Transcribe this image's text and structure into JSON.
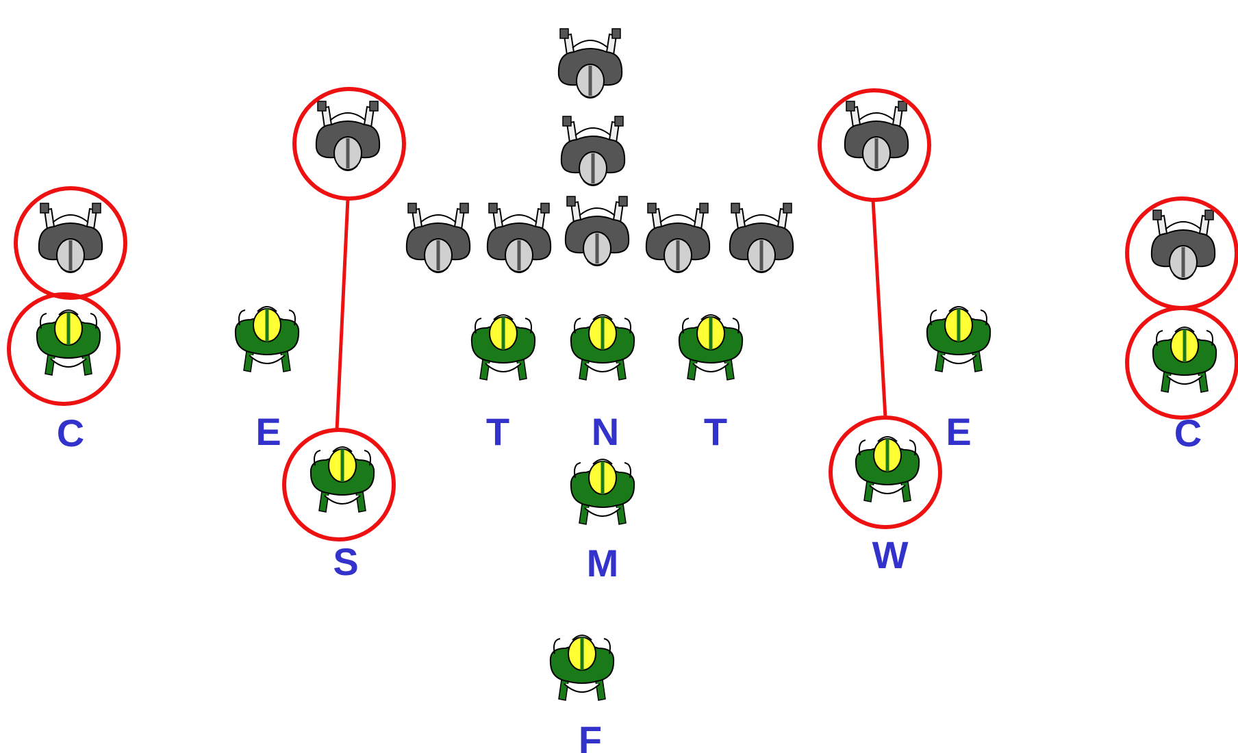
{
  "diagram": {
    "colors": {
      "offense_body": "#555555",
      "offense_helmet": "#d0d0d0",
      "defense_body": "#1a7a1a",
      "defense_helmet": "#ffff33",
      "highlight_circle": "#ee1111",
      "label": "#3333cc"
    },
    "offense": [
      {
        "id": "off-deep"
      },
      {
        "id": "off-back"
      },
      {
        "id": "off-left-tackle"
      },
      {
        "id": "off-left-guard"
      },
      {
        "id": "off-center"
      },
      {
        "id": "off-right-guard"
      },
      {
        "id": "off-right-tackle"
      },
      {
        "id": "off-slot-left",
        "highlighted": true
      },
      {
        "id": "off-slot-right",
        "highlighted": true
      },
      {
        "id": "off-wide-left",
        "highlighted": true
      },
      {
        "id": "off-wide-right",
        "highlighted": true
      }
    ],
    "defense": [
      {
        "id": "def-corner-left",
        "label": "C",
        "highlighted": true
      },
      {
        "id": "def-end-left",
        "label": "E"
      },
      {
        "id": "def-tackle-left",
        "label": "T"
      },
      {
        "id": "def-nose",
        "label": "N"
      },
      {
        "id": "def-tackle-right",
        "label": "T"
      },
      {
        "id": "def-end-right",
        "label": "E"
      },
      {
        "id": "def-corner-right",
        "label": "C",
        "highlighted": true
      },
      {
        "id": "def-sam",
        "label": "S",
        "highlighted": true
      },
      {
        "id": "def-mike",
        "label": "M"
      },
      {
        "id": "def-will",
        "label": "W",
        "highlighted": true
      },
      {
        "id": "def-free",
        "label": "F"
      }
    ],
    "matchups": [
      {
        "from": "off-slot-left",
        "to": "def-sam"
      },
      {
        "from": "off-slot-right",
        "to": "def-will"
      }
    ]
  }
}
